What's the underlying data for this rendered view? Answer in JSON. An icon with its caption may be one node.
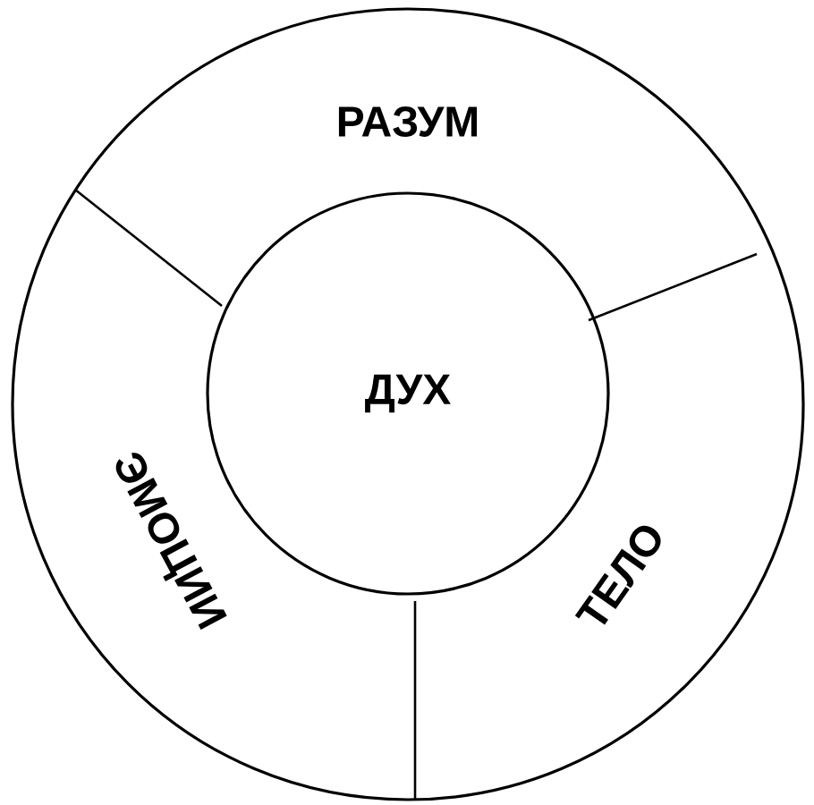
{
  "diagram": {
    "nodes": [
      {
        "text": [
          "РАЗУМ"
        ]
      },
      {
        "text": [
          "ЭМОЦИИ"
        ]
      },
      {
        "text": [
          "ТЕЛО"
        ]
      },
      {
        "text": [
          "ДУХ"
        ]
      }
    ]
  }
}
